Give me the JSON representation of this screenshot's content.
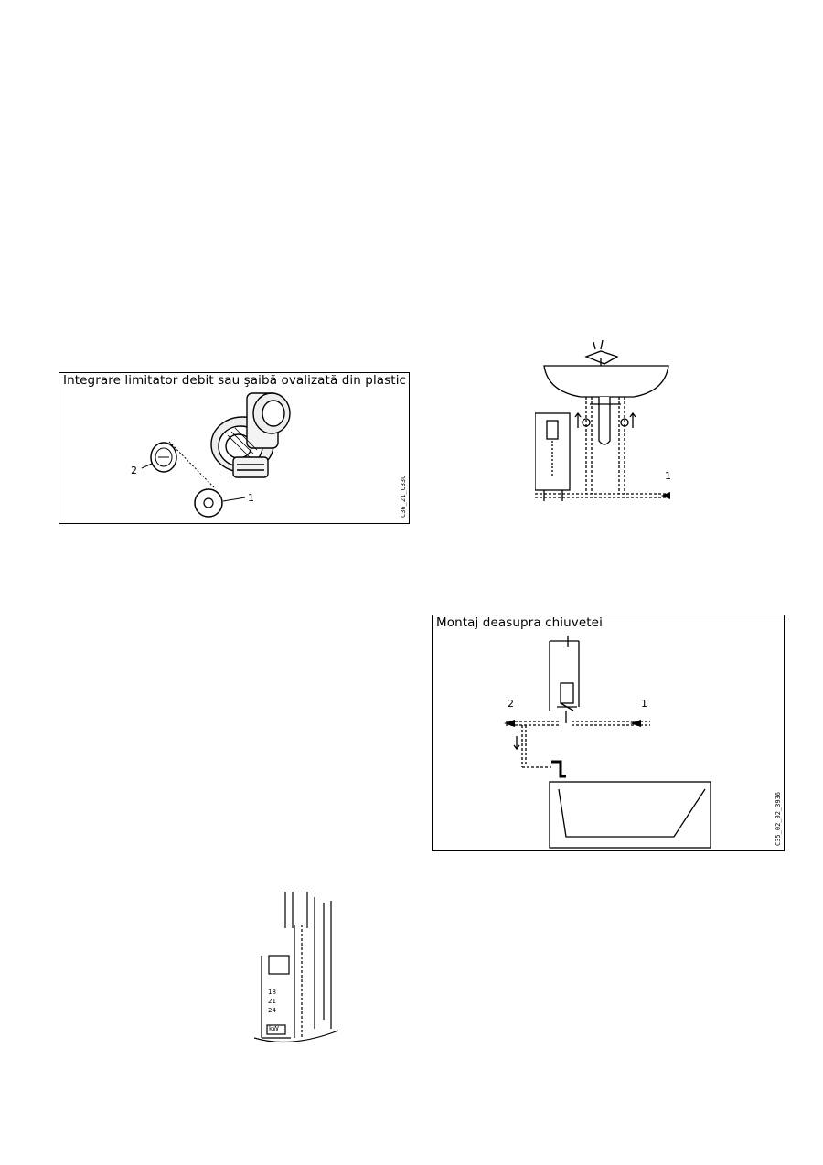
{
  "figure_flow_limiter": {
    "title": "Integrare limitator debit sau şaibă ovalizată din plastic",
    "label_1": "1",
    "label_2": "2",
    "image_code": "C36_21_C33C"
  },
  "figure_washbasin": {
    "label_1": "1"
  },
  "figure_above_sink": {
    "title": "Montaj deasupra chiuvetei",
    "label_1": "1",
    "label_2": "2",
    "image_code": "C35_02_02_3936"
  },
  "figure_appliance": {
    "scale_labels": [
      "18",
      "21",
      "24",
      "kW"
    ]
  }
}
